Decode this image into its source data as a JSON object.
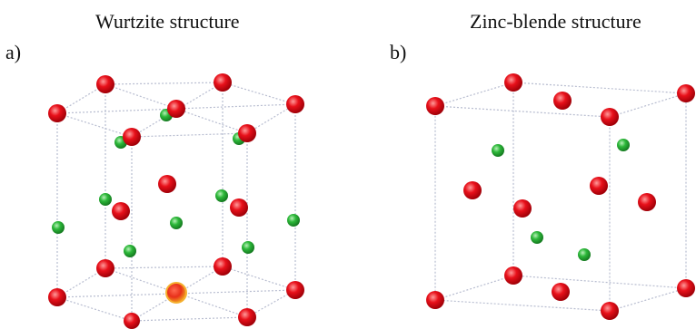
{
  "panels": {
    "a": {
      "title": "Wurtzite structure",
      "label": "a)"
    },
    "b": {
      "title": "Zinc-blende structure",
      "label": "b)"
    }
  },
  "colors": {
    "red_atom": "#e8101a",
    "green_atom": "#2db83a",
    "highlight_atom": "#f0a020",
    "frame_line": "#b8bdd0",
    "caption_text": "#111111"
  }
}
